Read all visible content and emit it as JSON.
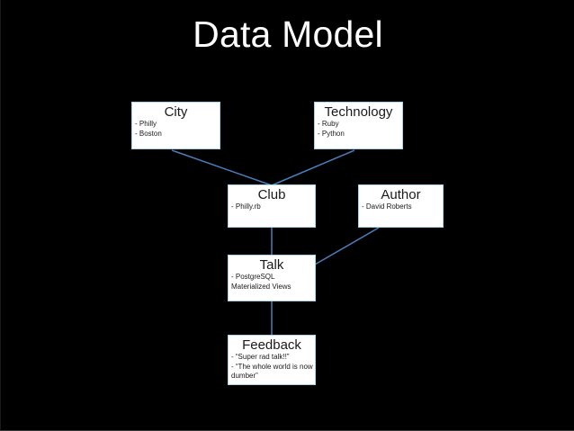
{
  "slide": {
    "title": "Data Model",
    "background_color": "#000000",
    "title_color": "#ffffff",
    "node_fill_color": "#ffffff",
    "node_border_color": "#a9d6e6",
    "connector_color": "#4a7ebb"
  },
  "nodes": [
    {
      "id": "city",
      "title": "City",
      "items": [
        "- Philly",
        "- Boston"
      ]
    },
    {
      "id": "technology",
      "title": "Technology",
      "items": [
        "- Ruby",
        "- Python"
      ]
    },
    {
      "id": "club",
      "title": "Club",
      "items": [
        "- Philly.rb"
      ]
    },
    {
      "id": "author",
      "title": "Author",
      "items": [
        "- David Roberts"
      ]
    },
    {
      "id": "talk",
      "title": "Talk",
      "items": [
        "- PostgreSQL Materialized Views"
      ]
    },
    {
      "id": "feedback",
      "title": "Feedback",
      "items": [
        "- “Super rad talk!!”",
        "- “The whole world is now dumber”"
      ]
    }
  ],
  "connectors": [
    {
      "from": "city",
      "to": "club"
    },
    {
      "from": "technology",
      "to": "club"
    },
    {
      "from": "club",
      "to": "talk"
    },
    {
      "from": "author",
      "to": "talk"
    },
    {
      "from": "talk",
      "to": "feedback"
    }
  ]
}
